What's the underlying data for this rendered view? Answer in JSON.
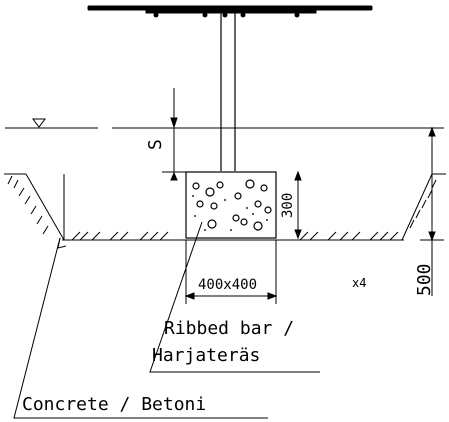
{
  "labels": {
    "dim_s": "S",
    "dim_300": "300",
    "dim_400x400": "400x400",
    "dim_500": "500",
    "count": "x4",
    "rebar": "Ribbed bar /",
    "rebar_fi": "Harjateräs",
    "concrete": "Concrete / Betoni"
  },
  "symbols": {
    "water_level": "triangle-down-icon"
  }
}
